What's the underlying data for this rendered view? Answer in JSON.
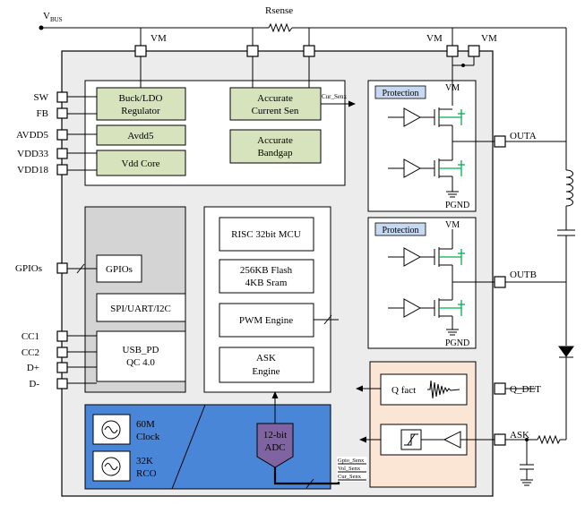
{
  "colors": {
    "chip_body": "#ececec",
    "power_block_green": "#d6e3bc",
    "interface_panel_gray": "#d4d4d4",
    "clock_panel_blue": "#4a86d8",
    "adc_purple": "#8064a2",
    "detect_panel_peach": "#fbe5d5",
    "protection_label_blue": "#c6d9f1",
    "fet_green": "#00b050"
  },
  "labels": {
    "vbus": "V",
    "vbus_sub": "BUS",
    "rsense": "Rsense",
    "vm_left": "VM",
    "vm_mid": "VM",
    "vm_right": "VM"
  },
  "left_pins": {
    "sw": "SW",
    "fb": "FB",
    "avdd5": "AVDD5",
    "vdd33": "VDD33",
    "vdd18": "VDD18",
    "gpios": "GPIOs",
    "cc1": "CC1",
    "cc2": "CC2",
    "dp": "D+",
    "dm": "D-"
  },
  "right_pins": {
    "outa": "OUTA",
    "outb": "OUTB",
    "q_det": "Q_DET",
    "ask": "ASK"
  },
  "power": {
    "buck_line1": "Buck/LDO",
    "buck_line2": "Regulator",
    "avdd5": "Avdd5",
    "vdd_core": "Vdd Core",
    "current_line1": "Accurate",
    "current_line2": "Current Sen",
    "cur_senx": "Cur_Senx",
    "bandgap_line1": "Accurate",
    "bandgap_line2": "Bandgap"
  },
  "interfaces": {
    "gpios": "GPIOs",
    "spi": "SPI/UART/I2C",
    "usb_line1": "USB_PD",
    "usb_line2": "QC 4.0"
  },
  "mcu": {
    "risc": "RISC 32bit MCU",
    "mem_line1": "256KB Flash",
    "mem_line2": "4KB Sram",
    "pwm": "PWM Engine",
    "ask_line1": "ASK",
    "ask_line2": "Engine"
  },
  "clock": {
    "clk1_line1": "60M",
    "clk1_line2": "Clock",
    "clk2_line1": "32K",
    "clk2_line2": "RCO"
  },
  "adc": {
    "line1": "12-bit",
    "line2": "ADC",
    "in1": "Gpio_Senx",
    "in2": "Vol_Senx",
    "in3": "Cur_Senx"
  },
  "bridges": {
    "protection_a": "Protection",
    "vm_a": "VM",
    "pgnd_a": "PGND",
    "protection_b": "Protection",
    "vm_b": "VM",
    "pgnd_b": "PGND"
  },
  "detect": {
    "q_fact": "Q fact"
  }
}
